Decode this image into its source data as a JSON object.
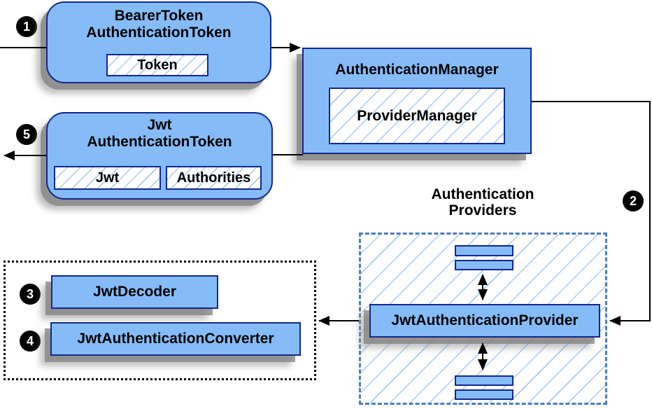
{
  "diagram": {
    "kind": "spring-security-jwt-authentication-flow",
    "colors": {
      "box_fill": "#85BCF7",
      "box_border": "#12288F",
      "hatch_line": "#A9C9F0",
      "providers_dashed_border": "#4A7EBF",
      "connector": "#000000",
      "badge_bg": "#000000",
      "badge_fg": "#FFFFFF",
      "background": "#FFFFFF"
    },
    "steps": {
      "one": "1",
      "two": "2",
      "three": "3",
      "four": "4",
      "five": "5"
    },
    "bearer_token": {
      "title_line1": "BearerToken",
      "title_line2": "AuthenticationToken",
      "token_chip": "Token"
    },
    "authentication_manager": {
      "title": "AuthenticationManager",
      "provider_manager_chip": "ProviderManager"
    },
    "jwt_authentication_token": {
      "title_line1": "Jwt",
      "title_line2": "AuthenticationToken",
      "jwt_chip": "Jwt",
      "authorities_chip": "Authorities"
    },
    "authentication_providers": {
      "label_line1": "Authentication",
      "label_line2": "Providers",
      "provider_box": "JwtAuthenticationProvider"
    },
    "converters": {
      "jwt_decoder": "JwtDecoder",
      "jwt_authentication_converter": "JwtAuthenticationConverter"
    }
  }
}
